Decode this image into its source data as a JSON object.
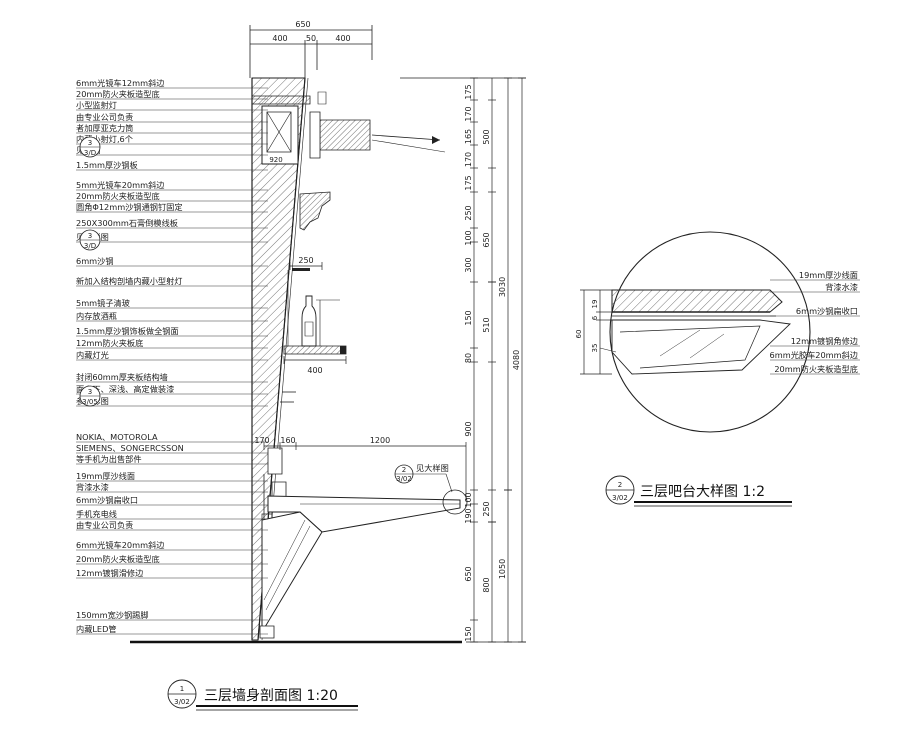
{
  "section": {
    "top_dims": [
      "650",
      "400",
      "50",
      "400"
    ],
    "annotations": [
      "6mm光镜车12mm斜边",
      "20mm防火夹板造型底",
      "小型监射灯",
      "由专业公司负责",
      "者加厚亚克力筒",
      "内藏小射灯,6个",
      "见彩图",
      "1.5mm厚沙钢板",
      "5mm光镜车20mm斜边",
      "20mm防火夹板造型底",
      "圆角Φ12mm沙钢通钢钉固定",
      "250X300mm石膏倒模线板",
      "见大样图",
      "6mm沙钢",
      "新加入结构剖墙内藏小型射灯",
      "5mm镜子清玻",
      "内存放酒瓶",
      "1.5mm厚沙钢饰板做全钢面",
      "12mm防火夹板底",
      "内藏灯光",
      "封闭60mm厚夹板结构墙",
      "面上下、深浅、高定做装漆",
      "参见彩图",
      "NOKIA、MOTOROLA",
      "SIEMENS、SONGERCSSON",
      "等手机为出售部件",
      "19mm厚沙线面",
      "背漆水漆",
      "6mm沙钢扁收口",
      "手机充电线",
      "由专业公司负责",
      "6mm光镜车20mm斜边",
      "20mm防火夹板造型底",
      "12mm镀钢滑修边",
      "150mm宽沙钢踢脚",
      "内藏LED管"
    ],
    "right_dims_inner": [
      "175",
      "170",
      "165",
      "170",
      "175",
      "250",
      "100",
      "300",
      "150",
      "80",
      "900",
      "100",
      "190",
      "650",
      "150"
    ],
    "right_dims_mid": [
      "500",
      "650",
      "510",
      "250",
      "800"
    ],
    "right_dims_outer": [
      "3030",
      "1050"
    ],
    "right_dims_total": "4080",
    "shelf_dims": [
      "250",
      "400"
    ],
    "counter_dims": [
      "170",
      "160",
      "1200"
    ],
    "callout_ref": {
      "num": "2",
      "sheet": "3/02",
      "text": "见大样图"
    },
    "left_bubbles": [
      {
        "num": "3",
        "sheet": "3/D"
      },
      {
        "num": "3",
        "sheet": "3/D"
      },
      {
        "num": "3",
        "sheet": "3/05"
      }
    ],
    "inner_dim": "920",
    "title": {
      "num": "1",
      "sheet": "3/02",
      "text": "三层墙身剖面图 1:20"
    }
  },
  "detail": {
    "annotations": [
      "19mm厚沙线面",
      "背漆水漆",
      "6mm沙钢扁收口",
      "12mm镀钢角修边",
      "6mm光胶车20mm斜边",
      "20mm防火夹板造型底"
    ],
    "dims": [
      "19",
      "6",
      "35",
      "60"
    ],
    "title": {
      "num": "2",
      "sheet": "3/02",
      "text": "三层吧台大样图 1:2"
    }
  }
}
